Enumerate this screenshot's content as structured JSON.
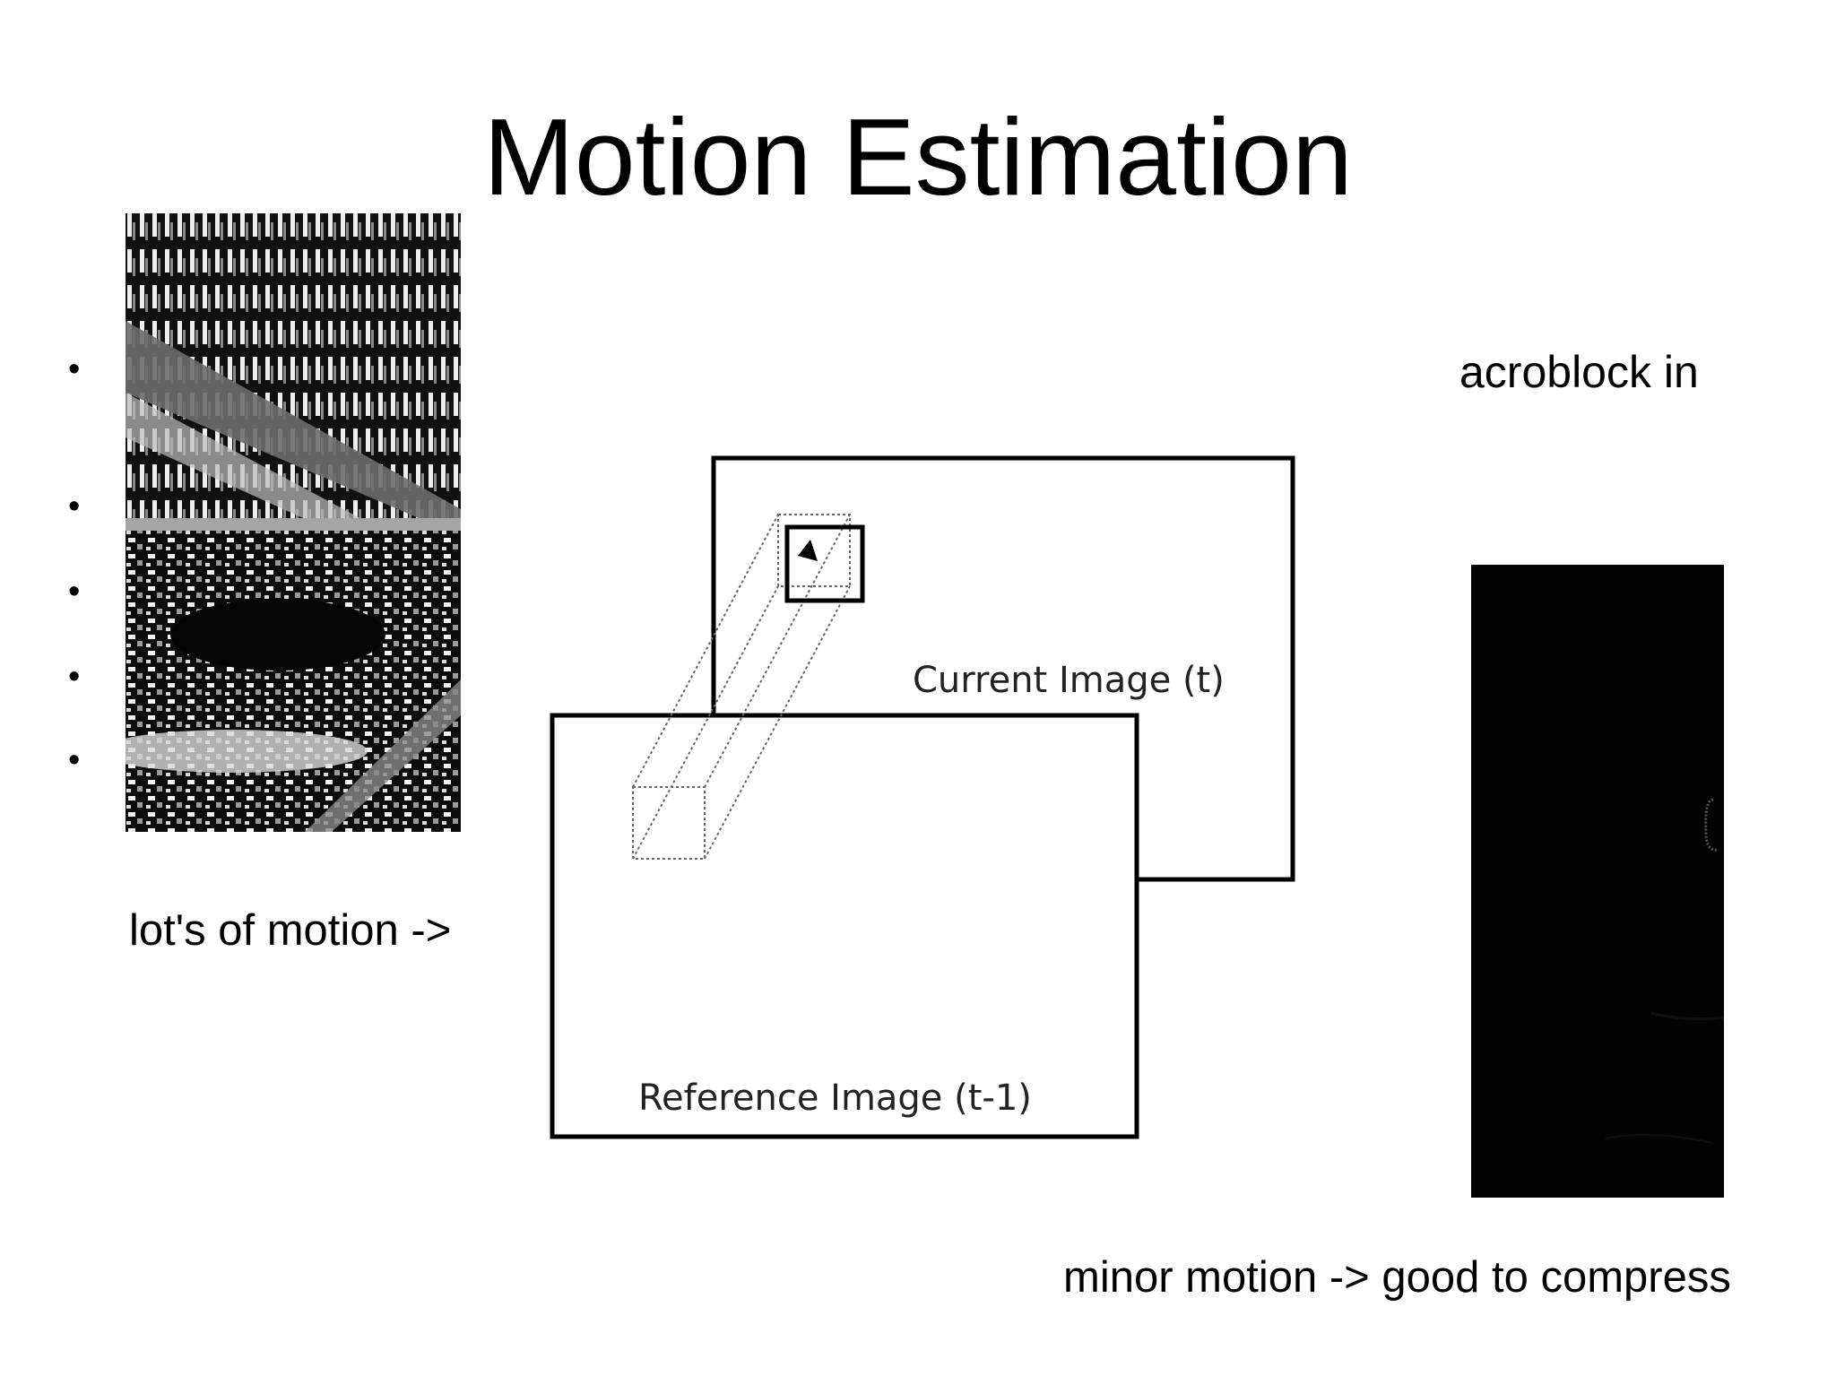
{
  "slide": {
    "title": "Motion Estimation",
    "partial_text": "acroblock in",
    "bullet_glyph": "•"
  },
  "captions": {
    "left": "lot's of motion ->",
    "right": "minor motion -> good to compress"
  },
  "diagram": {
    "current_label": "Current Image (t)",
    "reference_label": "Reference Image (t-1)"
  },
  "images": {
    "left": "high-motion-difference-frame",
    "right": "low-motion-difference-frame"
  }
}
